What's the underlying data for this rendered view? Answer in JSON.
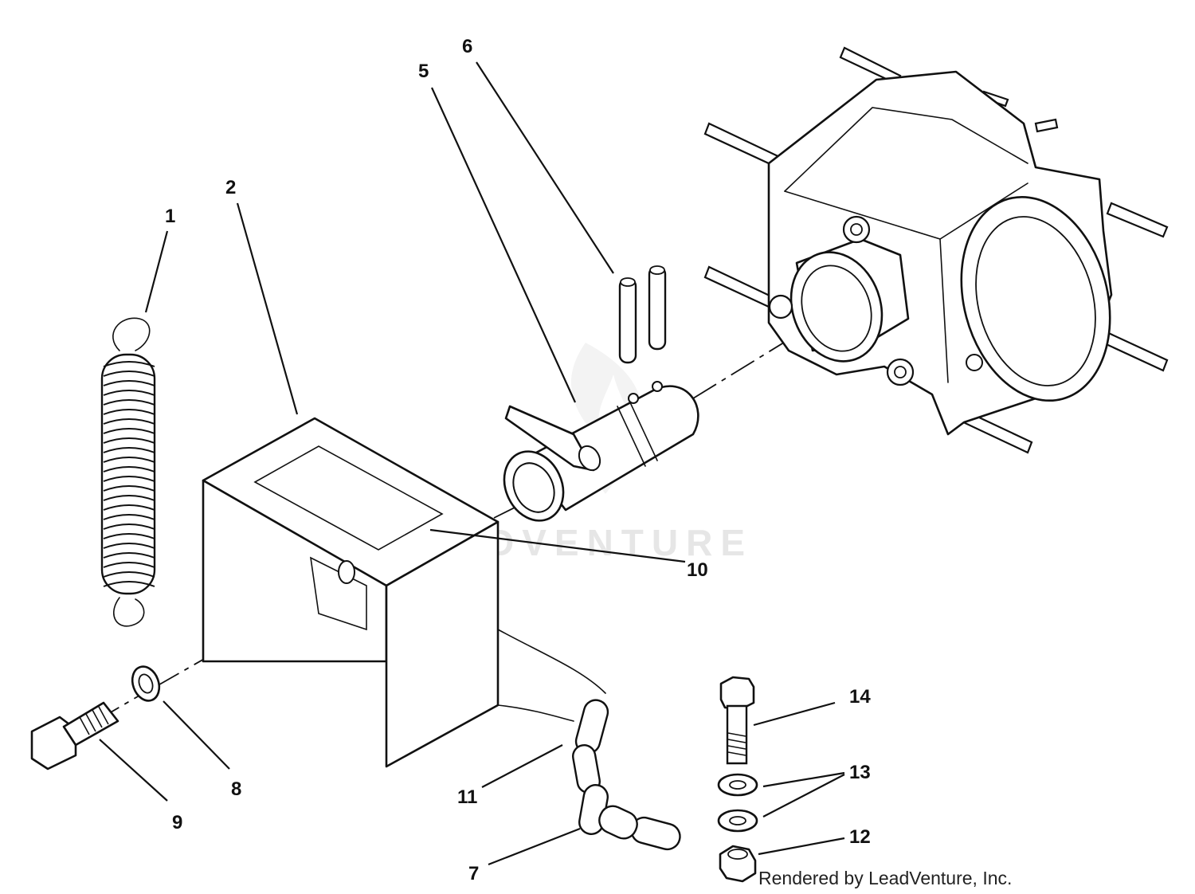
{
  "diagram": {
    "watermark": "LEADVENTURE",
    "credit": "Rendered by LeadVenture, Inc.",
    "callouts": [
      {
        "id": "1",
        "label": "1"
      },
      {
        "id": "2",
        "label": "2"
      },
      {
        "id": "5",
        "label": "5"
      },
      {
        "id": "6",
        "label": "6"
      },
      {
        "id": "7",
        "label": "7"
      },
      {
        "id": "8",
        "label": "8"
      },
      {
        "id": "9",
        "label": "9"
      },
      {
        "id": "10",
        "label": "10"
      },
      {
        "id": "11",
        "label": "11"
      },
      {
        "id": "12",
        "label": "12"
      },
      {
        "id": "13",
        "label": "13"
      },
      {
        "id": "14",
        "label": "14"
      }
    ],
    "colors": {
      "ink": "#111111",
      "background": "#ffffff",
      "watermark": "#e6e6e6"
    }
  }
}
